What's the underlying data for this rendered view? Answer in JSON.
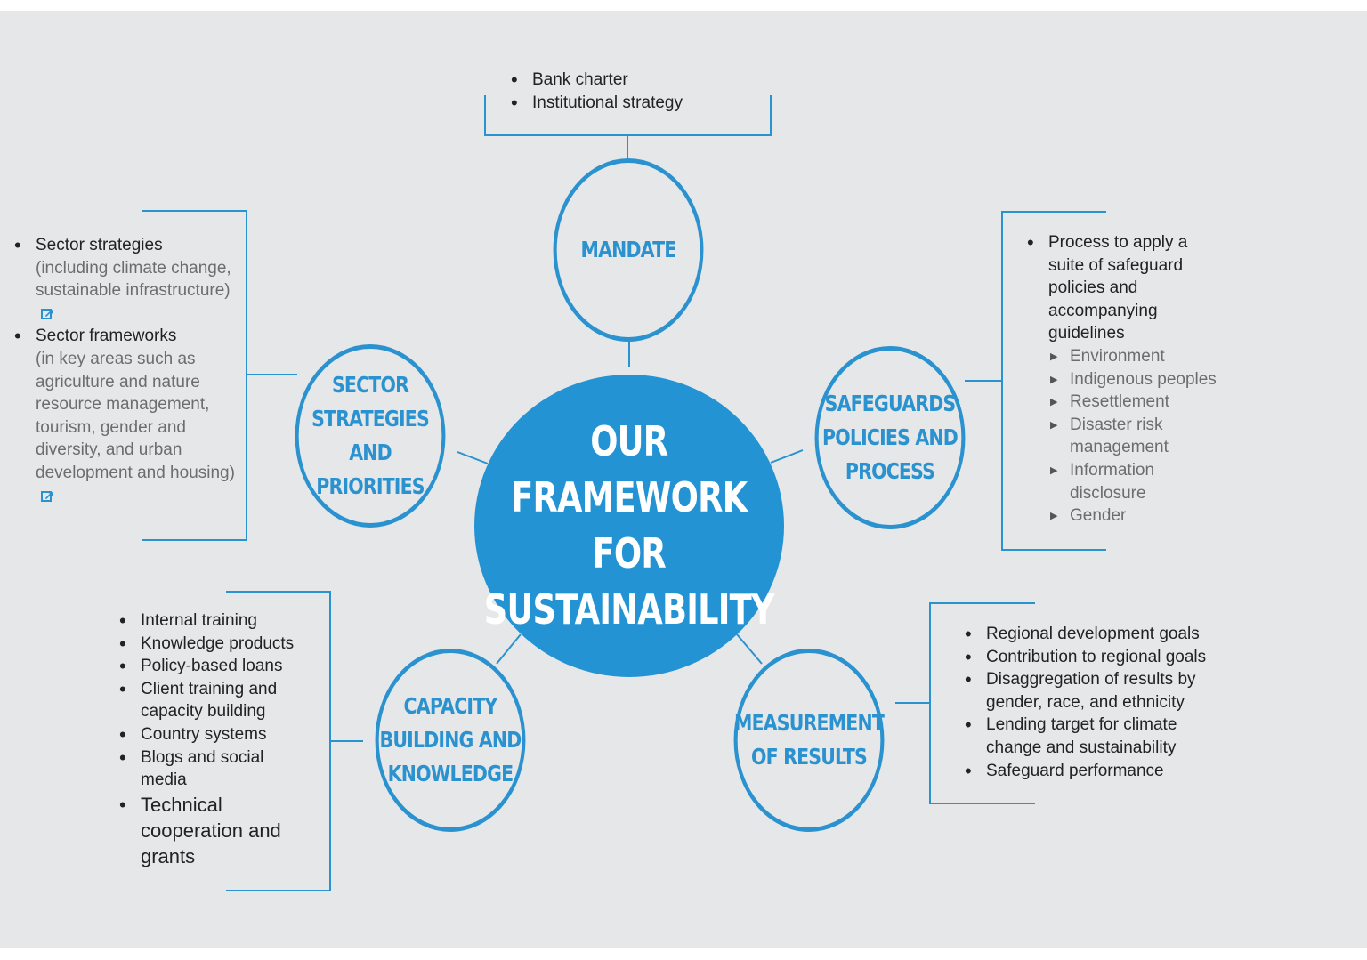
{
  "colors": {
    "accent": "#2b92d0",
    "center": "#2393d4",
    "background": "#e6e7e9"
  },
  "center": {
    "title": "Our framework for sustainability"
  },
  "nodes": {
    "mandate": {
      "title": "Mandate",
      "items": [
        "Bank charter",
        "Institutional strategy"
      ]
    },
    "sector": {
      "title": "Sector strategies and priorities",
      "items": [
        {
          "main": "Sector strategies",
          "detail": "(including climate change, sustainable infrastructure)",
          "icon": "external-link-icon"
        },
        {
          "main": "Sector frameworks",
          "detail": "(in key areas such as agriculture and nature resource management, tourism, gender and diversity, and urban development and housing)",
          "icon": "external-link-icon"
        }
      ]
    },
    "safeguards": {
      "title": "Safeguards policies and process",
      "items": [
        {
          "main": "Process to apply a suite of safeguard policies and accompanying guidelines",
          "subitems": [
            "Environment",
            "Indigenous peoples",
            "Resettlement",
            "Disaster risk management",
            "Information disclosure",
            "Gender"
          ]
        }
      ]
    },
    "capacity": {
      "title": "Capacity building and knowledge",
      "items": [
        "Internal training",
        "Knowledge products",
        "Policy-based loans",
        "Client training and capacity building",
        "Country systems",
        "Blogs and social media",
        "Technical cooperation and grants"
      ]
    },
    "measurement": {
      "title": "Measurement of results",
      "items": [
        "Regional development goals",
        "Contribution to regional goals",
        "Disaggregation of results by gender, race, and ethnicity",
        "Lending target for climate change and sustainability",
        "Safeguard performance"
      ]
    }
  }
}
